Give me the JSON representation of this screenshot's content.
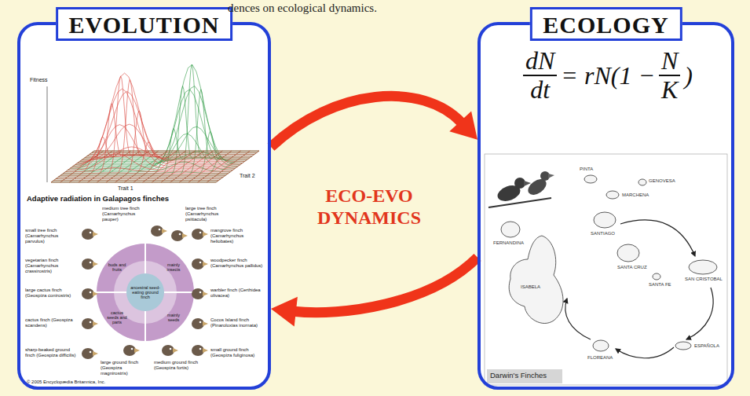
{
  "diagram": {
    "nodes": [
      {
        "text": [
          "EVOLUTION"
        ]
      },
      {
        "text": [
          "ECOLOGY"
        ]
      }
    ],
    "edges": [
      {
        "from": 0,
        "to": 1,
        "arrow": "to"
      },
      {
        "from": 1,
        "to": 0,
        "arrow": "to"
      }
    ],
    "labels": [
      "dences on ecological dynamics.",
      "ECO-EVO DYNAMICS",
      "Fitness",
      "Trait 1",
      "Trait 2",
      "Adaptive radiation in Galapagos finches",
      "medium tree finch (Camarhynchus pauper)",
      "large tree finch (Camarhynchus psittacula)",
      "small tree finch (Camarhynchus parvulus)",
      "mangrove finch (Camarhynchus heliobates)",
      "vegetarian finch (Camarhynchus crassirostris)",
      "woodpecker finch (Camarhynchus pallidus)",
      "large cactus finch (Geospiza conirostris)",
      "warbler finch (Certhidea olivacea)",
      "cactus finch (Geospiza scandens)",
      "Cocos Island finch (Pinaroloxias inornata)",
      "sharp-beaked ground finch (Geospiza difficilis)",
      "small ground finch (Geospiza fuliginosa)",
      "large ground finch (Geospiza magnirostris)",
      "medium ground finch (Geospiza fortis)",
      "© 2005 Encyclopædia Britannica, Inc.",
      "buds and fruits",
      "mainly insects",
      "cactus seeds and parts",
      "mainly seeds",
      "ancestral seed-eating ground finch",
      "dN",
      "dt",
      "= rN(1 −",
      "N",
      "K",
      ")",
      "PINTA",
      "GENOVESA",
      "MARCHENA",
      "SANTIAGO",
      "FERNANDINA",
      "ISABELA",
      "SANTA CRUZ",
      "SANTA FE",
      "SAN CRISTOBAL",
      "ESPAÑOLA",
      "FLOREANA",
      "Darwin's Finches"
    ]
  }
}
